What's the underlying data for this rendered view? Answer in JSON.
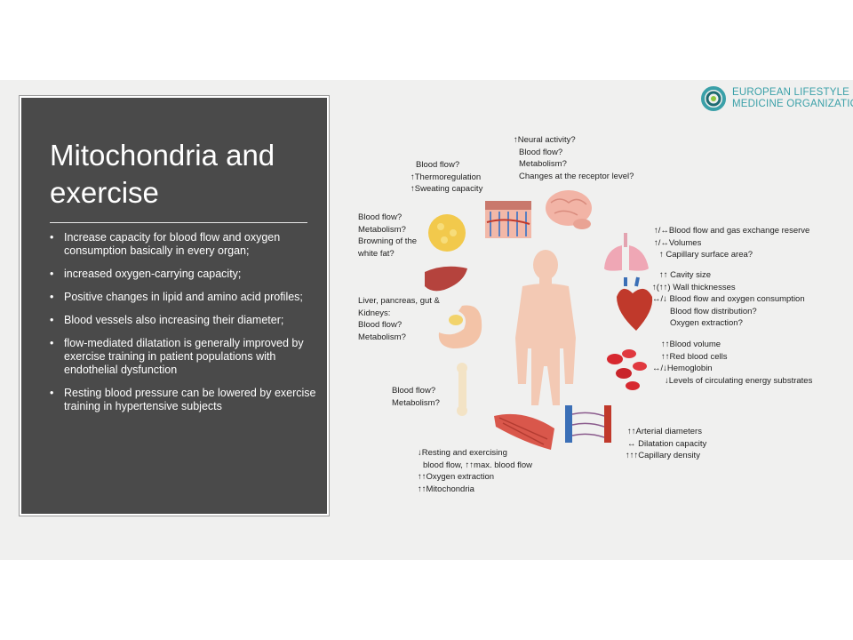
{
  "panel": {
    "title_line1": "Mitochondria and",
    "title_line2": "exercise",
    "bullets": [
      "Increase capacity for blood flow and oxygen consumption basically in every organ;",
      "increased oxygen-carrying capacity;",
      "Positive changes in lipid and amino acid profiles;",
      "Blood vessels also increasing their diameter;",
      "flow-mediated dilatation is generally improved by exercise training in patient populations with endothelial dysfunction",
      "Resting blood pressure can be lowered by exercise training in hypertensive subjects"
    ],
    "bullet_symbol": "•"
  },
  "logo": {
    "line1": "EUROPEAN LIFESTYLE",
    "line2": "MEDICINE ORGANIZATION",
    "color": "#3aa0a8"
  },
  "diagram": {
    "brain": [
      "↑Neural activity?",
      "Blood flow?",
      "Metabolism?",
      "Changes at the receptor level?"
    ],
    "skin": [
      "Blood flow?",
      "↑Thermoregulation",
      "↑Sweating capacity"
    ],
    "fat": [
      "Blood flow?",
      "Metabolism?",
      "Browning of the",
      "white fat?"
    ],
    "gut": [
      "Liver, pancreas, gut &",
      "Kidneys:",
      "Blood flow?",
      "Metabolism?"
    ],
    "bone": [
      "Blood flow?",
      "Metabolism?"
    ],
    "muscle": [
      "↓Resting and exercising",
      "blood flow, ↑↑max. blood flow",
      "↑↑Oxygen extraction",
      "↑↑Mitochondria"
    ],
    "lungs": [
      "↑/↔Blood flow and gas exchange reserve",
      "↑/↔Volumes",
      "↑ Capillary surface area?"
    ],
    "heart": [
      "↑↑ Cavity size",
      "↑(↑↑) Wall thicknesses",
      "↔/↓ Blood flow and oxygen consumption",
      "Blood flow distribution?",
      "Oxygen extraction?"
    ],
    "blood": [
      "↑↑Blood volume",
      "↑↑Red blood cells",
      "↔/↓Hemoglobin",
      "↓Levels of circulating energy substrates"
    ],
    "vessels": [
      "↑↑Arterial diameters",
      "↔ Dilatation capacity",
      "↑↑↑Capillary density"
    ]
  },
  "colors": {
    "panel_bg": "#4a4a4a",
    "slide_bg": "#f0f0ef",
    "body_figure": "#f3c9b4",
    "accent": "#3aa0a8"
  }
}
